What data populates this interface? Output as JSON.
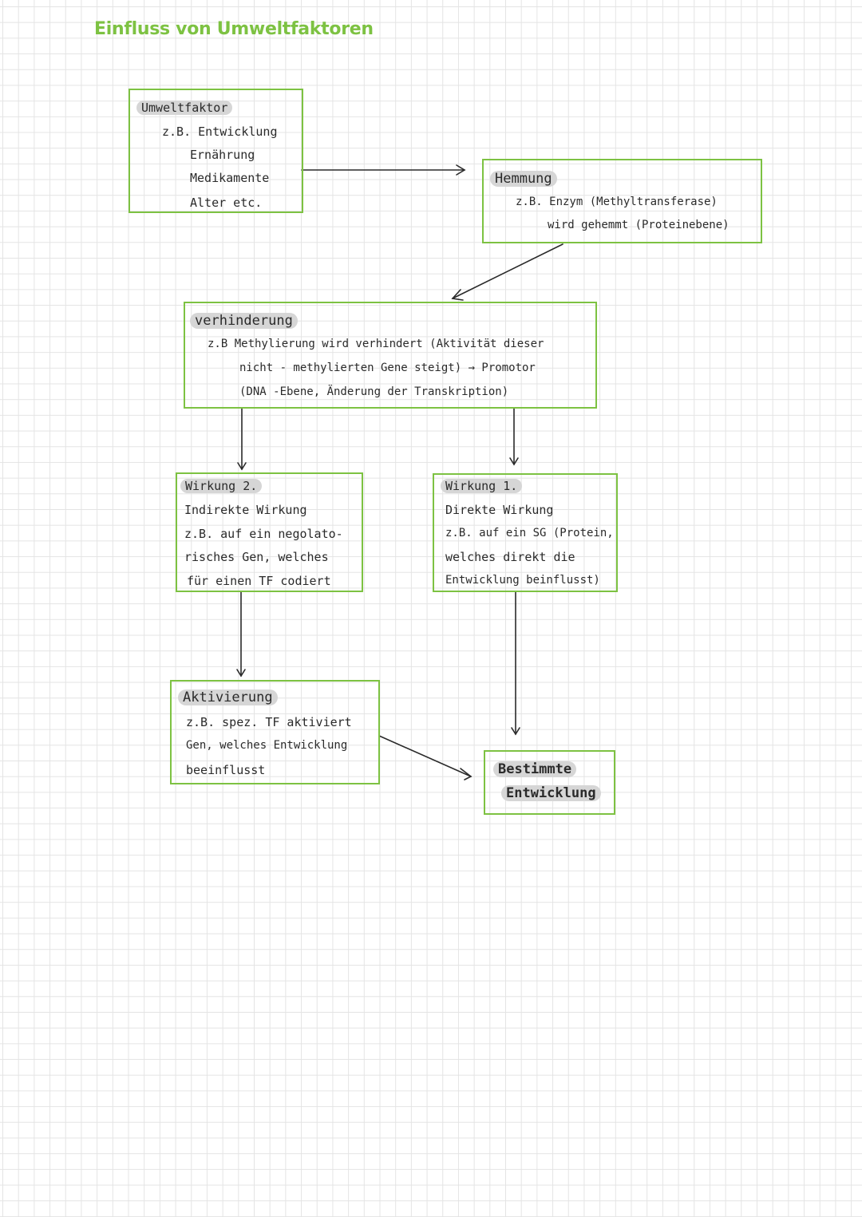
{
  "title": "Einfluss von Umweltfaktoren",
  "umweltfaktor": {
    "heading": "Umweltfaktor",
    "lines": [
      "z.B. Entwicklung",
      "Ernährung",
      "Medikamente",
      "Alter etc."
    ]
  },
  "hemmung": {
    "heading": "Hemmung",
    "lines": [
      "z.B. Enzym (Methyltransferase)",
      "wird gehemmt (Proteinebene)"
    ]
  },
  "verhinderung": {
    "heading": "verhinderung",
    "lines": [
      "z.B Methylierung wird verhindert (Aktivität dieser",
      "nicht - methylierten Gene steigt) → Promotor",
      "(DNA -Ebene, Änderung der Transkription)"
    ]
  },
  "wirkung2": {
    "heading": "Wirkung 2.",
    "lines": [
      "Indirekte Wirkung",
      "z.B. auf ein negolato-",
      "risches Gen, welches",
      "für einen TF codiert"
    ]
  },
  "wirkung1": {
    "heading": "Wirkung 1.",
    "lines": [
      "Direkte Wirkung",
      "z.B. auf ein SG (Protein,",
      "welches direkt die",
      "Entwicklung beinflusst)"
    ]
  },
  "aktivierung": {
    "heading": "Aktivierung",
    "lines": [
      "z.B. spez. TF aktiviert",
      "Gen, welches Entwicklung",
      "beeinflusst"
    ]
  },
  "entwicklung": {
    "lines": [
      "Bestimmte",
      "Entwicklung"
    ]
  }
}
